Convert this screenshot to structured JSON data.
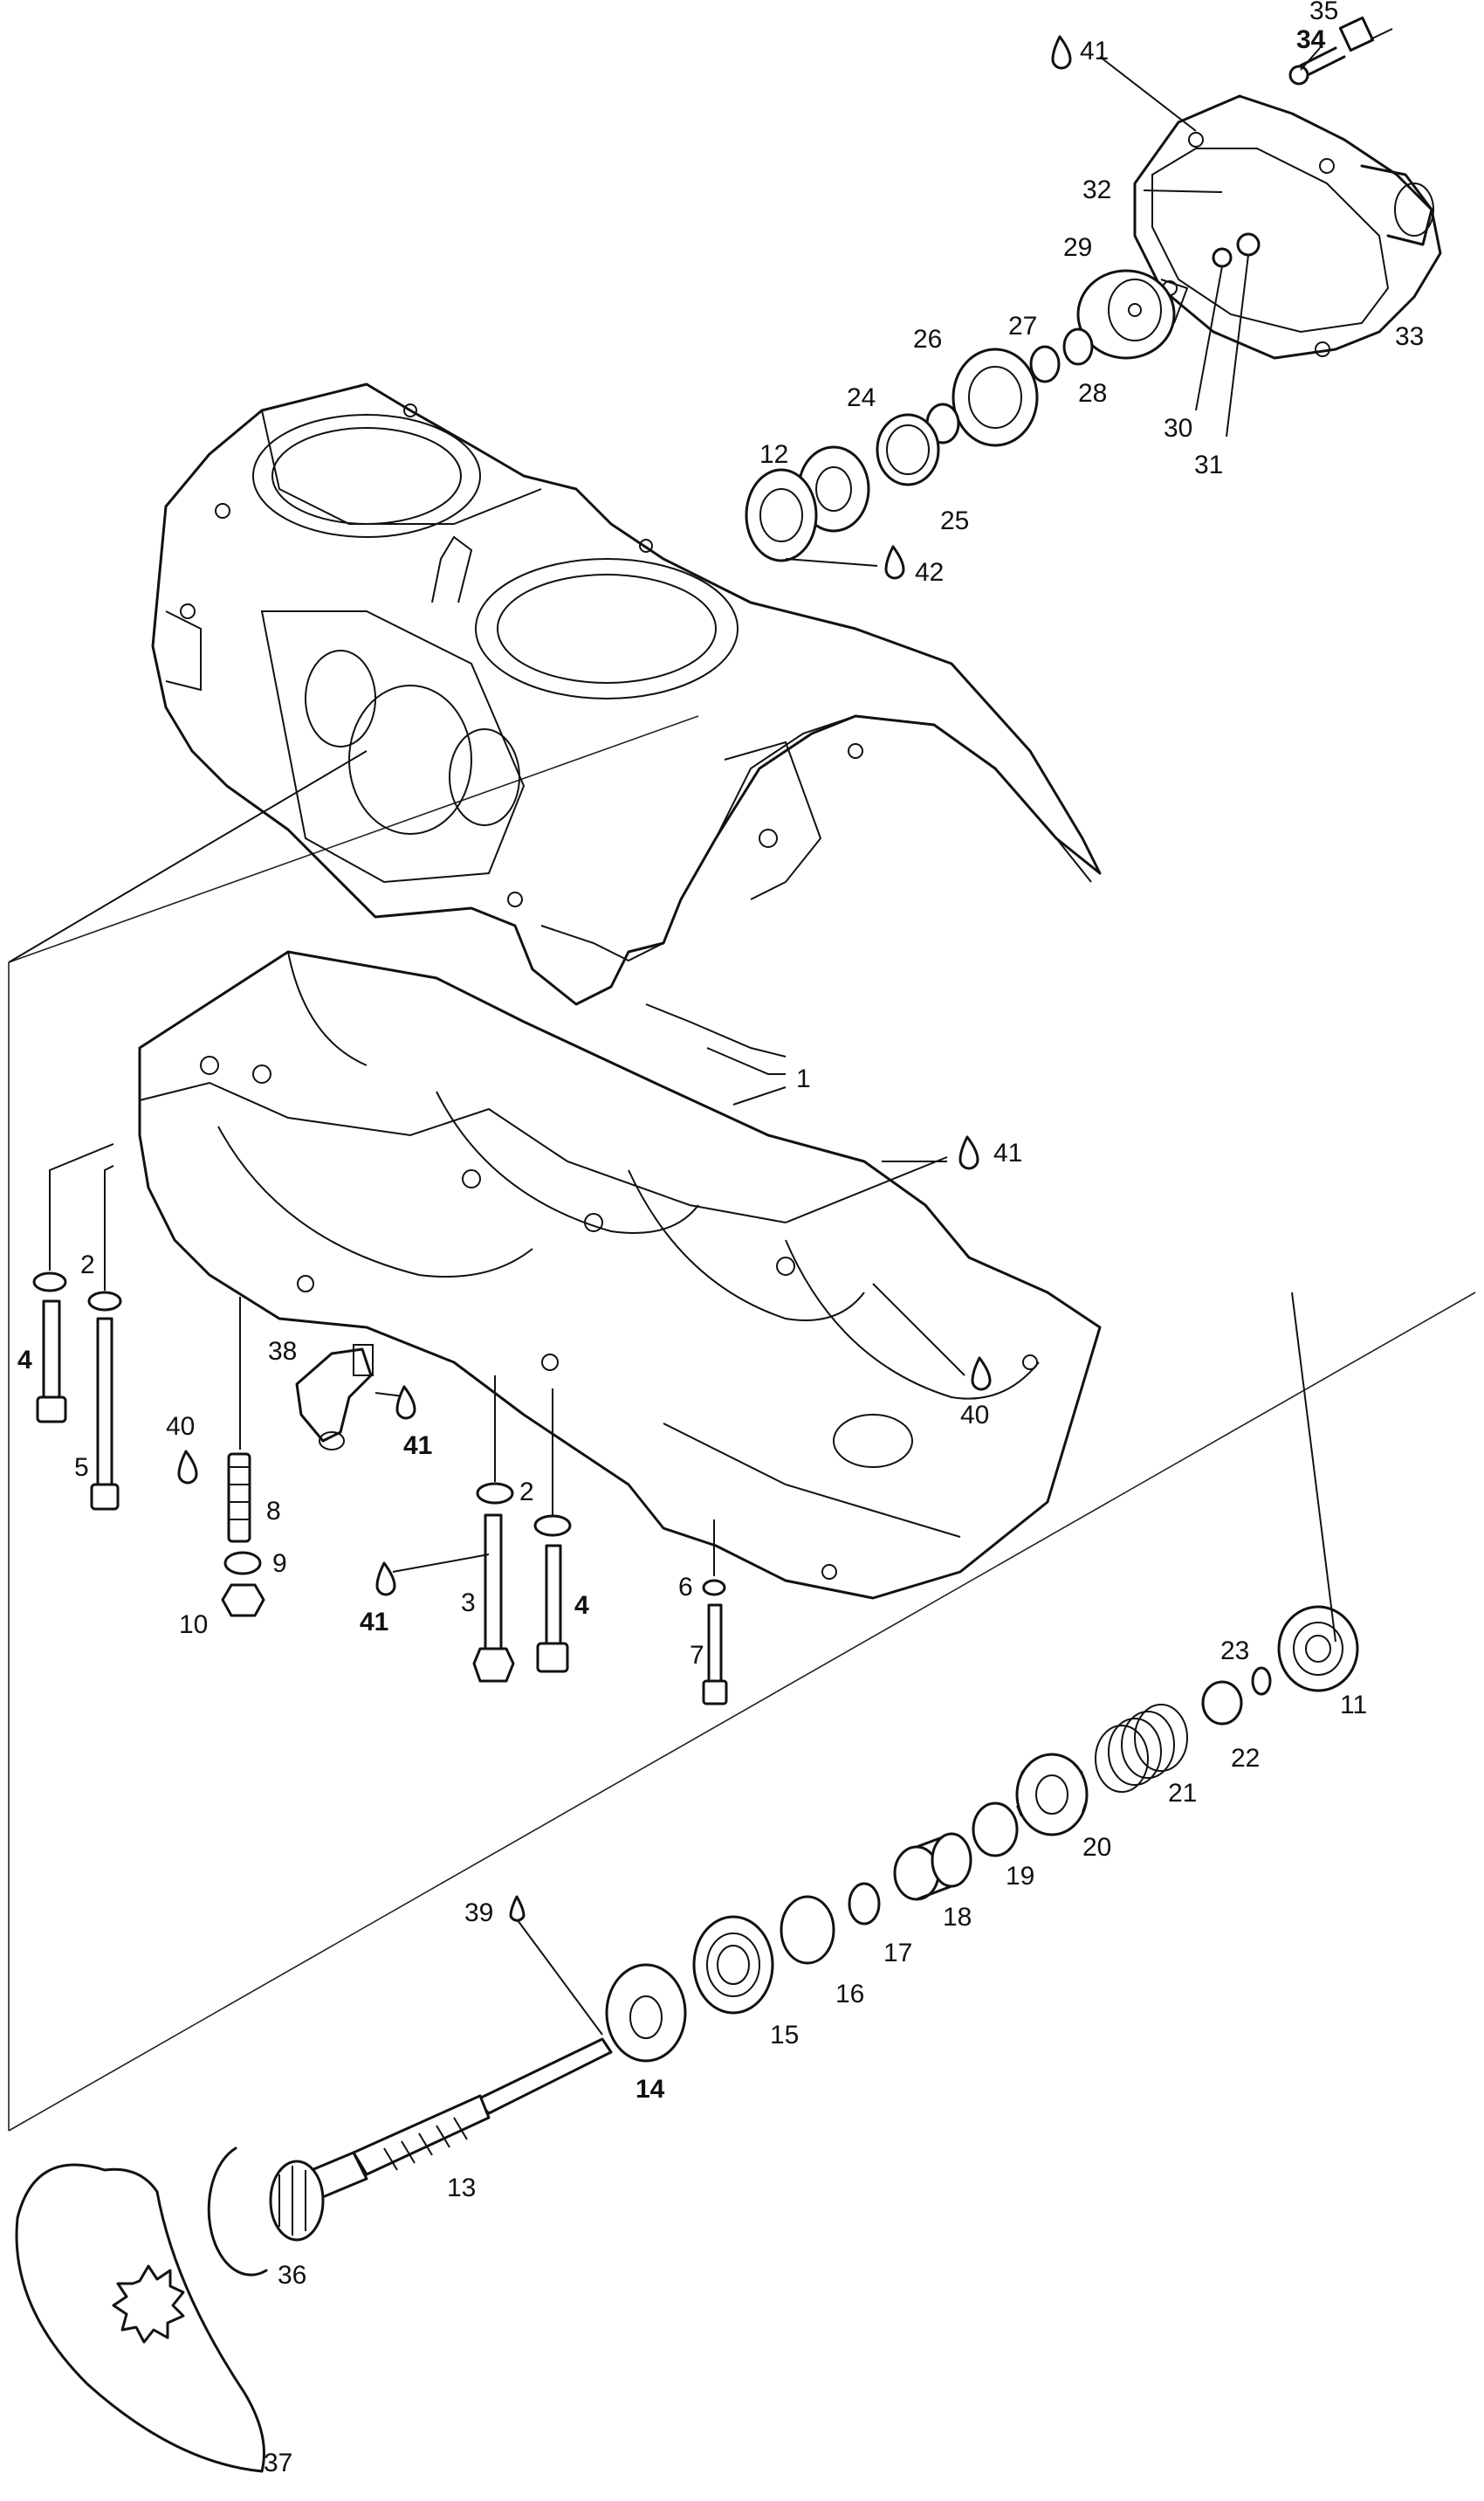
{
  "callouts": {
    "c1": "1",
    "c2a": "2",
    "c2b": "2",
    "c3": "3",
    "c4a": "4",
    "c4b": "4",
    "c5": "5",
    "c6": "6",
    "c7": "7",
    "c8": "8",
    "c9": "9",
    "c10": "10",
    "c11": "11",
    "c12": "12",
    "c13": "13",
    "c14": "14",
    "c15": "15",
    "c16": "16",
    "c17": "17",
    "c18": "18",
    "c19": "19",
    "c20": "20",
    "c21": "21",
    "c22": "22",
    "c23": "23",
    "c24": "24",
    "c25": "25",
    "c26": "26",
    "c27": "27",
    "c28": "28",
    "c29": "29",
    "c30": "30",
    "c31": "31",
    "c32": "32",
    "c33": "33",
    "c34": "34",
    "c35": "35",
    "c36": "36",
    "c37": "37",
    "c38": "38",
    "c39": "39",
    "c40a": "40",
    "c40b": "40",
    "c41a": "41",
    "c41b": "41",
    "c41c": "41",
    "c41d": "41",
    "c42": "42"
  },
  "icons": {
    "lubricant": "lubricant-drop-icon"
  }
}
